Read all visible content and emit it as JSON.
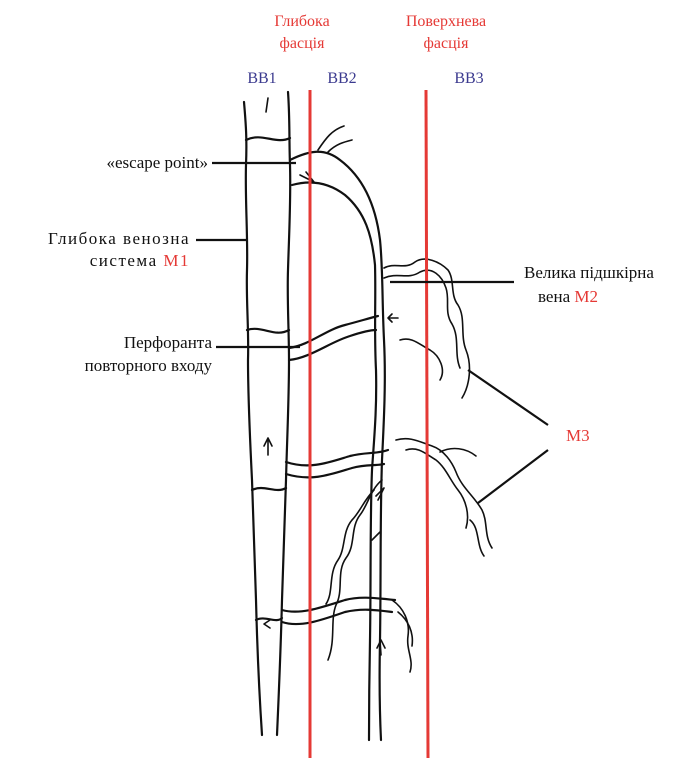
{
  "zones": {
    "deep_fascia": [
      "Глибока",
      "фасція"
    ],
    "superficial_fascia": [
      "Поверхнева",
      "фасція"
    ],
    "bb1": "ВВ1",
    "bb2": "ВВ2",
    "bb3": "ВВ3"
  },
  "labels": {
    "escape_point": "«escape point»",
    "deep_system_line1": "Глибока венозна",
    "deep_system_line2_prefix": "система ",
    "deep_system_tag": "М1",
    "perforator_line1": "Перфоранта",
    "perforator_line2": "повторного входу",
    "gsv_line1": "Велика підшкірна",
    "gsv_line2_prefix": "вена ",
    "gsv_tag": "М2",
    "m3": "М3"
  },
  "colors": {
    "fascia_line": "#e53935",
    "red_text": "#e53935",
    "blue_text": "#3b3a8f",
    "ink": "#111111"
  }
}
